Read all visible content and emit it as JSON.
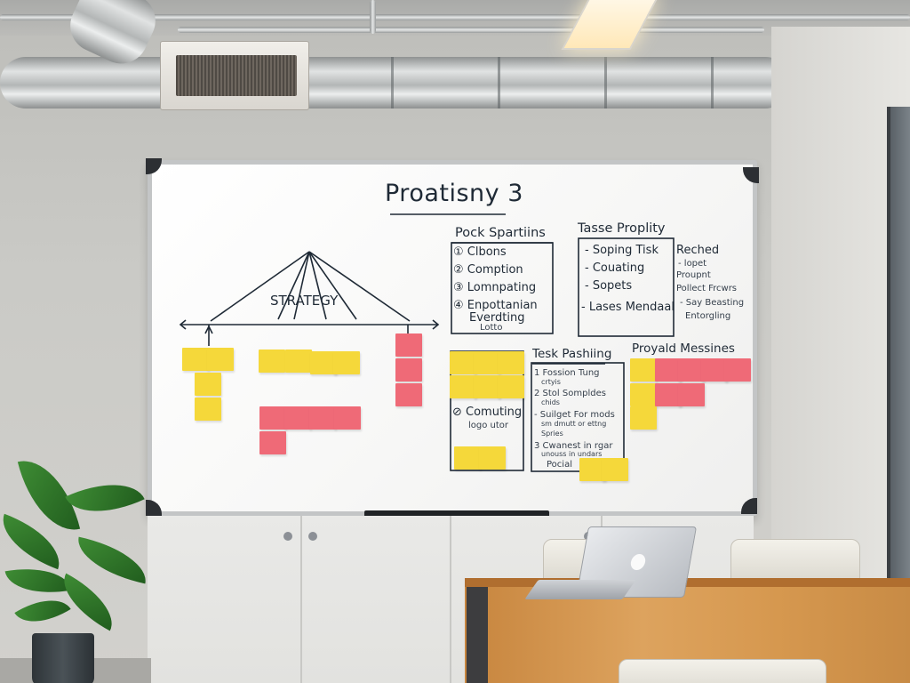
{
  "whiteboard": {
    "title": "Proatisny 3",
    "center_label": "STRATEGY",
    "pock": {
      "heading": "Pock Spartiins",
      "items": [
        "① Clbons",
        "② Comption",
        "③ Lomnpating",
        "④ Enpottanian",
        "Everdting",
        "Lotto"
      ]
    },
    "tasse": {
      "heading": "Tasse Proplity",
      "items": [
        "- Soping Tisk",
        "- Couating",
        "- Sopets",
        "- Lases Mendaal"
      ]
    },
    "reched": {
      "heading": "Reched",
      "items": [
        "- lopet",
        "Proupnt",
        "Pollect Frcwrs",
        "- Say Beasting",
        "Entorgling"
      ]
    },
    "consulting": {
      "line1": "⊘ Comuting",
      "line2": "logo utor"
    },
    "task_pushing": {
      "heading": "Tesk Pashiing",
      "items": [
        "1 Fossion Tung",
        "crtyis",
        "2 Stol Sompldes",
        "chids",
        "- Suilget For mods",
        "sm dmutt or ettng",
        "Spries",
        "3 Cwanest in rgar",
        "unouss in undars",
        "Pocial"
      ]
    },
    "proyald": {
      "heading": "Proyald Messines"
    }
  },
  "colors": {
    "sticky_yellow": "#f5d83a",
    "sticky_red": "#ef6a77",
    "ink": "#1f2a36"
  },
  "objects": [
    "ceiling-ducts",
    "projector",
    "whiteboard",
    "cabinet",
    "table",
    "laptop",
    "chairs",
    "plant"
  ]
}
